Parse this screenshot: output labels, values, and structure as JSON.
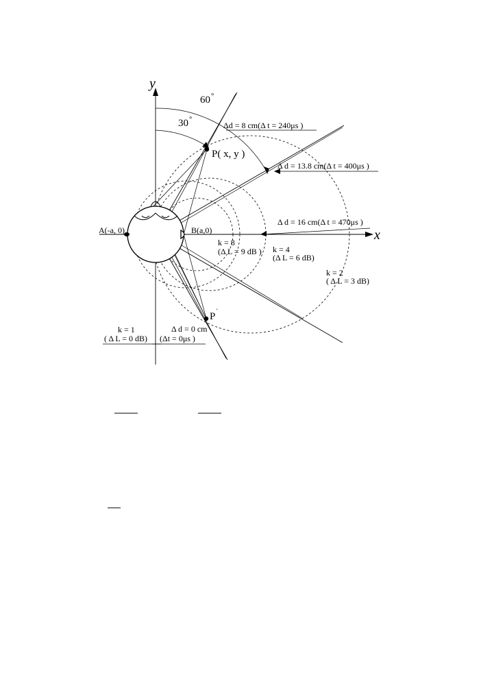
{
  "axes": {
    "x_label": "x",
    "y_label": "y"
  },
  "angles": {
    "a60": "60",
    "a30": "30",
    "degree": "°"
  },
  "points": {
    "A": "A(-a, 0)",
    "B": "B(a,0)",
    "P": "P( x, y )",
    "P_prime": "P",
    "prime_mark": "'"
  },
  "path_labels": {
    "d8": "Δd = 8 cm(Δ t = 240μs )",
    "d13": "Δ d = 13.8 cm(Δ t = 400μs )",
    "d16": "Δ d = 16 cm(Δ t = 470μs )",
    "d0_line1": "Δ d = 0 cm",
    "d0_line2": "(Δt = 0μs )"
  },
  "k_labels": {
    "k8": "k = 8",
    "k8_db": "(Δ L = 9 dB )",
    "k4": "k = 4",
    "k4_db": "(Δ L = 6 dB)",
    "k2": "k = 2",
    "k2_db": "( Δ L = 3 dB)",
    "k1": "k = 1",
    "k1_db": "( Δ L = 0 dB)"
  }
}
